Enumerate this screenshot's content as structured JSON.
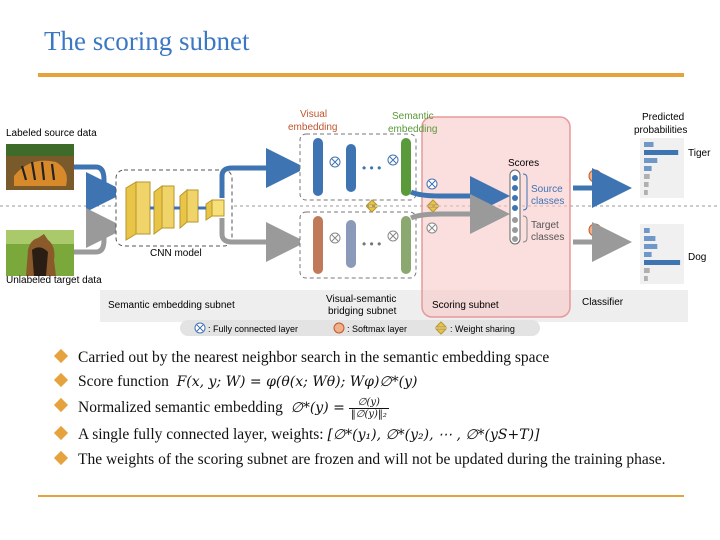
{
  "slide": {
    "title": "The scoring subnet"
  },
  "diagram": {
    "labeled_source": "Labeled source data",
    "unlabeled_target": "Unlabeled target data",
    "cnn_model": "CNN model",
    "visual_embedding_l1": "Visual",
    "visual_embedding_l2": "embedding",
    "semantic_embedding_l1": "Semantic",
    "semantic_embedding_l2": "embedding",
    "scores": "Scores",
    "source_classes_l1": "Source",
    "source_classes_l2": "classes",
    "target_classes_l1": "Target",
    "target_classes_l2": "classes",
    "predicted_l1": "Predicted",
    "predicted_l2": "probabilities",
    "tiger": "Tiger",
    "dog": "Dog",
    "semantic_embedding_subnet": "Semantic embedding subnet",
    "visual_semantic_bridging_l1": "Visual-semantic",
    "visual_semantic_bridging_l2": "bridging subnet",
    "scoring_subnet": "Scoring subnet",
    "classifier": "Classifier",
    "legend_fc": ": Fully connected layer",
    "legend_softmax": ": Softmax layer",
    "legend_weight": ": Weight sharing",
    "colors": {
      "visual": "#c0562f",
      "semantic": "#5a9a3a",
      "arrow_blue": "#3f74b3",
      "arrow_gray": "#9a9a9a",
      "scoring_box": "#f8c8c8",
      "accent": "#e6a23c"
    },
    "tiger_probs": [
      0.25,
      0.9,
      0.35,
      0.2,
      0.15,
      0.12,
      0.1
    ],
    "dog_probs": [
      0.15,
      0.3,
      0.35,
      0.2,
      0.95,
      0.15,
      0.1
    ]
  },
  "bullets": [
    {
      "text": "Carried out by the nearest neighbor search in the semantic embedding space"
    },
    {
      "text": "Score function",
      "math": "F(x, y; W) = φ(θ(x; Wθ); Wφ)∅*(y)"
    },
    {
      "text": "Normalized semantic embedding",
      "math_lhs": "∅*(y) =",
      "num": "∅(y)",
      "den": "‖∅(y)‖₂"
    },
    {
      "text": "A single fully connected layer, weights:",
      "math": "[∅*(y₁), ∅*(y₂), ⋯ , ∅*(yS+T)]"
    },
    {
      "text": "The weights of the scoring subnet are frozen and will not be updated during the training phase."
    }
  ]
}
